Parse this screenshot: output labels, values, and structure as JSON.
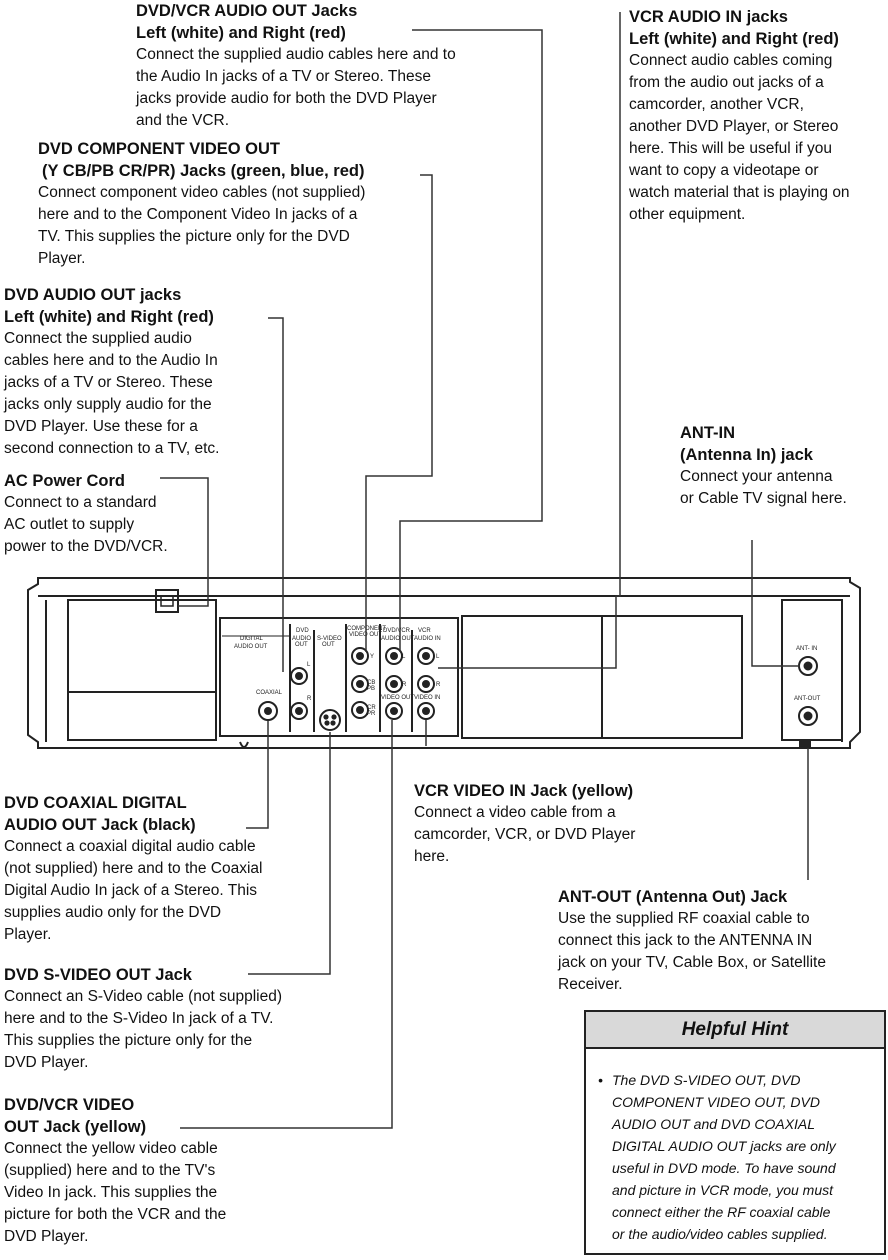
{
  "labels": {
    "dvdvcr_audio_out": {
      "title1": "DVD/VCR AUDIO OUT Jacks",
      "title2": "Left (white) and Right (red)",
      "desc": [
        "Connect the supplied audio cables here and to",
        "the Audio In jacks of a TV or Stereo. These",
        "jacks provide audio for both the DVD Player",
        "and the VCR."
      ]
    },
    "component_video_out": {
      "title1": "DVD COMPONENT VIDEO OUT",
      "title2": "(Y CB/PB CR/PR) Jacks (green, blue, red)",
      "desc": [
        "Connect component video cables (not supplied)",
        "here and to the Component Video In jacks of a",
        "TV. This supplies the picture only for the DVD",
        "Player."
      ]
    },
    "dvd_audio_out": {
      "title1": "DVD AUDIO OUT jacks",
      "title2": "Left (white) and Right (red)",
      "desc": [
        "Connect the supplied audio",
        "cables here and to the Audio In",
        "jacks of a TV or Stereo. These",
        "jacks only supply audio for the",
        "DVD Player. Use these for a",
        "second connection to a TV, etc."
      ]
    },
    "ac_power": {
      "title1": "AC Power Cord",
      "desc": [
        "Connect to a standard",
        "AC outlet to supply",
        "power to the DVD/VCR."
      ]
    },
    "vcr_audio_in": {
      "title1": "VCR AUDIO IN jacks",
      "title2": "Left (white) and Right (red)",
      "desc": [
        "Connect audio cables coming",
        "from the audio out jacks of a",
        "camcorder, another VCR,",
        "another DVD Player, or Stereo",
        "here. This will be useful if you",
        "want to copy a videotape or",
        "watch material that is playing on",
        "other equipment."
      ]
    },
    "ant_in": {
      "title1": "ANT-IN",
      "title2": "(Antenna In) jack",
      "desc": [
        "Connect your antenna",
        "or Cable TV signal here."
      ]
    },
    "coaxial": {
      "title1": "DVD COAXIAL DIGITAL",
      "title2": "AUDIO OUT Jack (black)",
      "desc": [
        "Connect a coaxial digital audio cable",
        "(not supplied) here and to the Coaxial",
        "Digital Audio In jack of a Stereo. This",
        "supplies audio only for the DVD",
        "Player."
      ]
    },
    "vcr_video_in": {
      "title1": "VCR VIDEO IN Jack (yellow)",
      "desc": [
        "Connect a video cable from a",
        "camcorder, VCR, or DVD Player",
        "here."
      ]
    },
    "ant_out": {
      "title1": "ANT-OUT (Antenna Out) Jack",
      "desc": [
        "Use the supplied RF coaxial cable to",
        "connect this jack to the ANTENNA IN",
        "jack on your TV, Cable Box, or Satellite",
        "Receiver."
      ]
    },
    "svideo_out": {
      "title1": "DVD S-VIDEO OUT Jack",
      "desc": [
        "Connect an S-Video cable (not supplied)",
        "here and to the S-Video In jack of a TV.",
        "This supplies the picture only for the",
        "DVD Player."
      ]
    },
    "video_out": {
      "title1": "DVD/VCR VIDEO",
      "title2": "OUT Jack (yellow)",
      "desc": [
        "Connect the yellow video cable",
        "(supplied) here and to the TV's",
        "Video In jack. This supplies the",
        "picture for both the VCR and the",
        "DVD Player."
      ]
    }
  },
  "panel": {
    "digital_audio_out": "DIGITAL",
    "digital_audio_out2": "AUDIO OUT",
    "coaxial": "COAXIAL",
    "dvd": "DVD",
    "audio_out_a": "AUDIO",
    "audio_out_b": "OUT",
    "svideo_a": "S-VIDEO",
    "svideo_b": "OUT",
    "component_a": "COMPONENT",
    "component_b": "VIDEO OUT",
    "dvdvcr": "DVD/VCR",
    "vcr": "VCR",
    "audio_out_dv": "AUDIO OUT",
    "audio_in": "AUDIO IN",
    "video_out": "VIDEO OUT",
    "video_in": "VIDEO IN",
    "L": "L",
    "R": "R",
    "Y": "Y",
    "cb": "CB",
    "pb": "PB",
    "cr": "CR",
    "pr": "PR",
    "ant_in": "ANT- IN",
    "ant_out": "ANT-OUT"
  },
  "hint": {
    "title": "Helpful Hint",
    "bullet": "•",
    "body": [
      "The DVD S-VIDEO OUT, DVD",
      "COMPONENT VIDEO OUT, DVD",
      "AUDIO OUT and DVD COAXIAL",
      "DIGITAL AUDIO OUT jacks are only",
      "useful in DVD mode. To have sound",
      "and picture in VCR mode, you must",
      "connect either the RF coaxial cable",
      "or the audio/video cables supplied."
    ]
  }
}
